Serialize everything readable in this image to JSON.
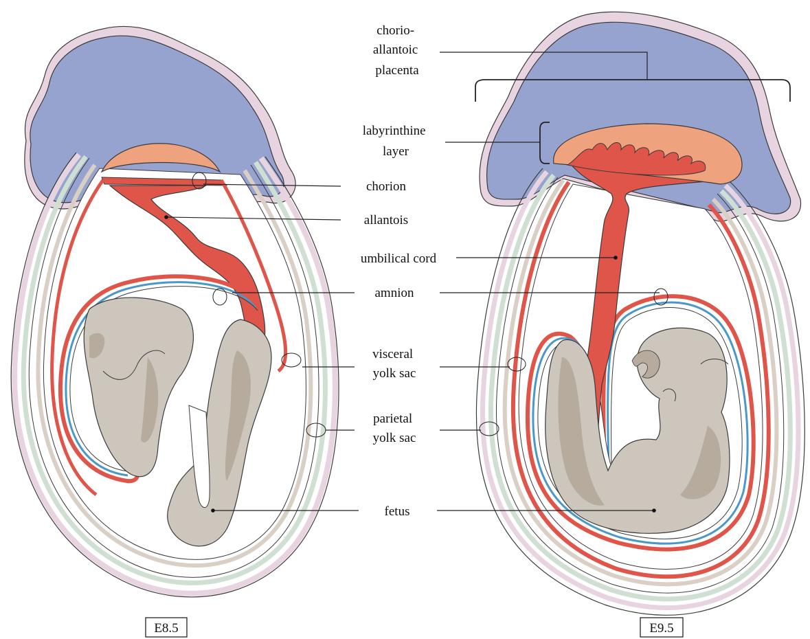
{
  "labels": {
    "chorio_allantoic_placenta": [
      "chorio-",
      "allantoic",
      "placenta"
    ],
    "labyrinthine_layer": [
      "labyrinthine",
      "layer"
    ],
    "chorion": "chorion",
    "allantois": "allantois",
    "umbilical_cord": "umbilical cord",
    "amnion": "amnion",
    "visceral_yolk_sac": [
      "visceral",
      "yolk sac"
    ],
    "parietal_yolk_sac": [
      "parietal",
      "yolk sac"
    ],
    "fetus": "fetus"
  },
  "stages": {
    "left": "E8.5",
    "right": "E9.5"
  },
  "colors": {
    "placenta": "#97a3cf",
    "decidua": "#e8d4e0",
    "labyrinth": "#efa27e",
    "allantois": "#e0554a",
    "amnion_blue": "#4a97c9",
    "fetus": "#cdc6bc",
    "fetus_shade": "#b6ab9d",
    "parietal_green": "#cfe0d2",
    "visceral_tan": "#d9cfc4"
  }
}
